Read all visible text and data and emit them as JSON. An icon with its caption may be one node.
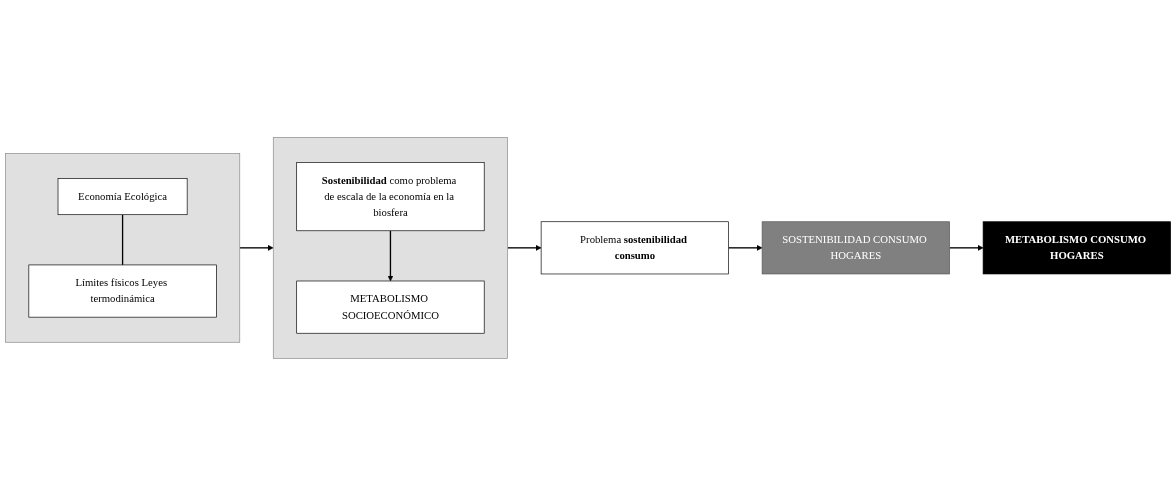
{
  "diagram": {
    "nodes": [
      {
        "text": [],
        "shape": "box"
      },
      {
        "text": [
          "Economía Ecológica"
        ],
        "in": 0
      },
      {
        "text": [
          "Límites físicos Leyes termodinámica"
        ],
        "in": 0
      },
      {
        "text": [],
        "shape": "box"
      },
      {
        "text": [
          "**Sostenibilidad** como problema de escala de la economía en la biosfera"
        ],
        "in": 3
      },
      {
        "text": [
          "METABOLISMO SOCIOECONÓMICO"
        ],
        "in": 3
      },
      {
        "text": [
          "Problema **sostenibilidad consumo**"
        ]
      },
      {
        "text": [
          "SOSTENIBILIDAD CONSUMO HOGARES"
        ]
      },
      {
        "text": [
          "METABOLISMO CONSUMO HOGARES"
        ]
      }
    ],
    "edges": [
      {
        "from": 1,
        "to": 2,
        "arrow": "none"
      },
      {
        "from": 4,
        "to": 5,
        "arrow": "to"
      },
      {
        "from": 0,
        "to": 3,
        "arrow": "to"
      },
      {
        "from": 3,
        "to": 6,
        "arrow": "to"
      },
      {
        "from": 6,
        "to": 7,
        "arrow": "to"
      },
      {
        "from": 7,
        "to": 8,
        "arrow": "to"
      }
    ]
  }
}
